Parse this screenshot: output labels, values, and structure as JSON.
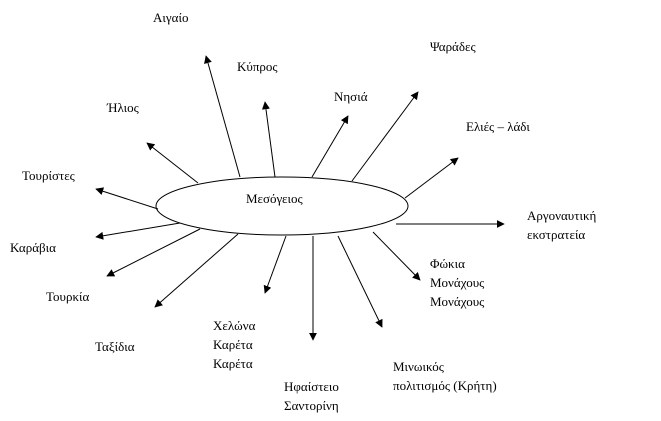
{
  "diagram": {
    "center": "Μεσόγειος",
    "nodes": [
      {
        "id": "aigaio",
        "lines": [
          "Αιγαίο"
        ]
      },
      {
        "id": "kypros",
        "lines": [
          "Κύπρος"
        ]
      },
      {
        "id": "nisia",
        "lines": [
          "Νησιά"
        ]
      },
      {
        "id": "psarades",
        "lines": [
          "Ψαράδες"
        ]
      },
      {
        "id": "elies",
        "lines": [
          "Ελιές – λάδι"
        ]
      },
      {
        "id": "argonautiki",
        "lines": [
          "Αργοναυτική",
          "εκστρατεία"
        ]
      },
      {
        "id": "fokia",
        "lines": [
          "Φώκια",
          "Μονάχους",
          "Μονάχους"
        ]
      },
      {
        "id": "minoikos",
        "lines": [
          "Μινωικός",
          "πολιτισμός (Κρήτη)"
        ]
      },
      {
        "id": "ifaisteio",
        "lines": [
          "Ηφαίστειο",
          "Σαντορίνη"
        ]
      },
      {
        "id": "chelona",
        "lines": [
          "Χελώνα",
          "Καρέτα",
          "Καρέτα"
        ]
      },
      {
        "id": "taxidia",
        "lines": [
          "Ταξίδια"
        ]
      },
      {
        "id": "tourkia",
        "lines": [
          "Τουρκία"
        ]
      },
      {
        "id": "karavia",
        "lines": [
          "Καράβια"
        ]
      },
      {
        "id": "touristes",
        "lines": [
          "Τουρίστες"
        ]
      },
      {
        "id": "ilios",
        "lines": [
          "Ήλιος"
        ]
      }
    ]
  }
}
